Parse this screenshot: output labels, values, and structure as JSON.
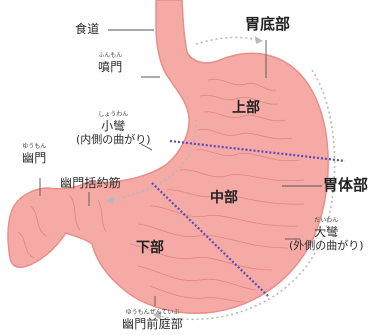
{
  "labels": {
    "shokudo": "食道",
    "idobu": "胃底部",
    "funmon_ruby": "ふんもん",
    "funmon": "噴門",
    "shoukan_ruby": "しょうわん",
    "shoukan": "小彎",
    "shoukan_sub": "(内側の曲がり)",
    "yuumon_ruby": "ゆうもん",
    "yuumon": "幽門",
    "katsuyakukin": "幽門括約筋",
    "joubu": "上部",
    "chuubu": "中部",
    "ibutai": "胃体部",
    "taiwan_ruby": "だいわん",
    "taiwan": "大彎",
    "taiwan_sub": "(外側の曲がり)",
    "kabu": "下部",
    "zentei_ruby": "ゆうもんぜんていぶ",
    "zentei": "幽門前庭部"
  },
  "colors": {
    "stomach_fill": "#f5aaa6",
    "stomach_stroke": "#e98f8a",
    "wrinkle": "#d97f7a",
    "divider_line": "#5a4bb7",
    "leader_line": "#555555",
    "arrow_line": "#b9b9b9"
  }
}
